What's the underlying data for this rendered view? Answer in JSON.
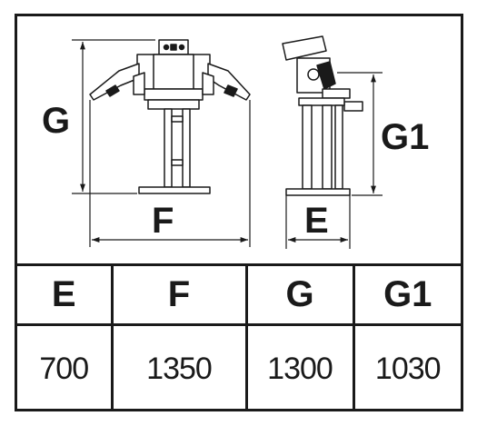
{
  "drawing": {
    "front_view": {
      "height_label": "G",
      "width_label": "F"
    },
    "side_view": {
      "height_label": "G1",
      "depth_label": "E"
    }
  },
  "table": {
    "headers": [
      "E",
      "F",
      "G",
      "G1"
    ],
    "values": [
      "700",
      "1350",
      "1300",
      "1030"
    ]
  }
}
